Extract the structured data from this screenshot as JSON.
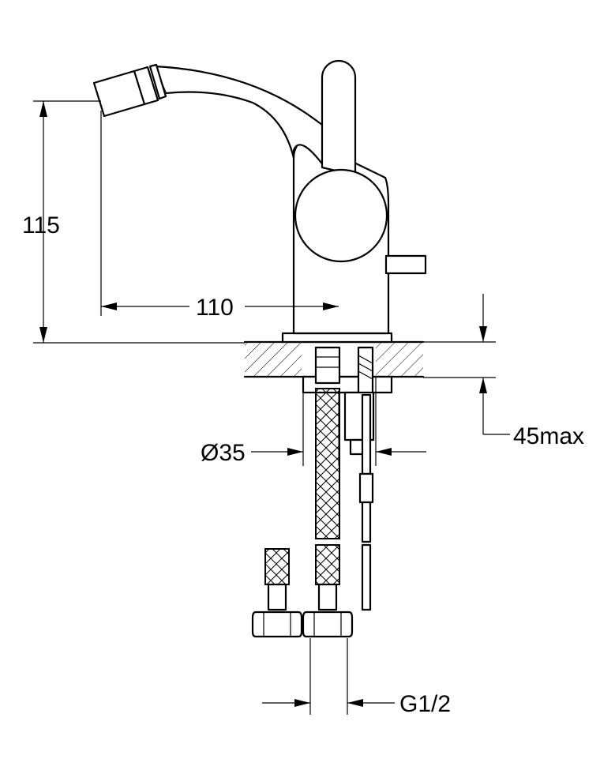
{
  "drawing": {
    "dim_height": "115",
    "dim_reach": "110",
    "dim_hole": "Ø35",
    "dim_thickness": "45max",
    "dim_thread": "G1/2"
  }
}
